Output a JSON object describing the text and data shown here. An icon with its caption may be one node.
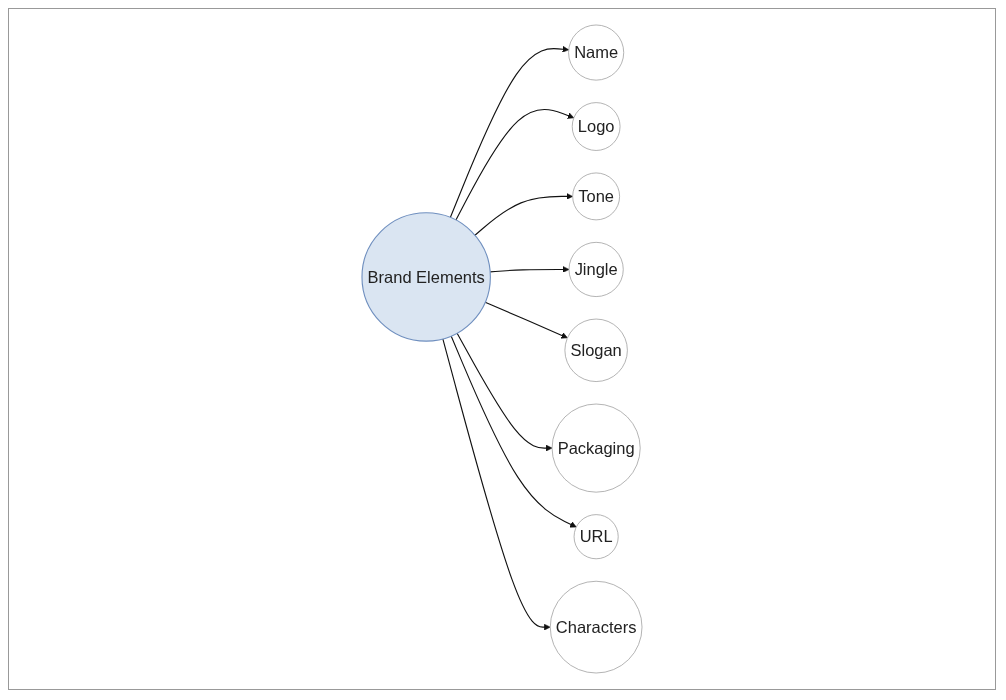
{
  "diagram": {
    "nodes": [
      {
        "text": [
          "Brand Elements"
        ]
      },
      {
        "text": [
          "Name"
        ]
      },
      {
        "text": [
          "Logo"
        ]
      },
      {
        "text": [
          "Tone"
        ]
      },
      {
        "text": [
          "Jingle"
        ]
      },
      {
        "text": [
          "Slogan"
        ]
      },
      {
        "text": [
          "Packaging"
        ]
      },
      {
        "text": [
          "URL"
        ]
      },
      {
        "text": [
          "Characters"
        ]
      }
    ],
    "edges": [
      {
        "from": 0,
        "to": 1,
        "arrow": "to"
      },
      {
        "from": 0,
        "to": 2,
        "arrow": "to"
      },
      {
        "from": 0,
        "to": 3,
        "arrow": "to"
      },
      {
        "from": 0,
        "to": 4,
        "arrow": "to"
      },
      {
        "from": 0,
        "to": 5,
        "arrow": "to"
      },
      {
        "from": 0,
        "to": 6,
        "arrow": "to"
      },
      {
        "from": 0,
        "to": 7,
        "arrow": "to"
      },
      {
        "from": 0,
        "to": 8,
        "arrow": "to"
      }
    ]
  }
}
